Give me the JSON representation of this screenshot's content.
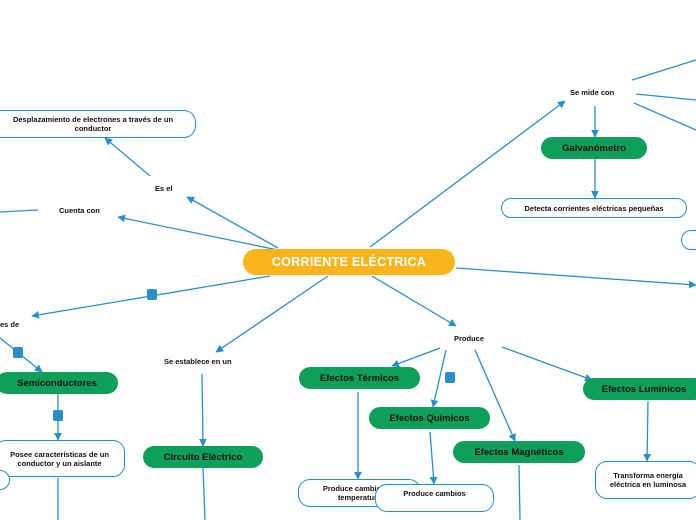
{
  "central": "CORRIENTE ELÉCTRICA",
  "nodes": {
    "semiconductores": "Semiconductores",
    "circuito": "Circuito Eléctrico",
    "galvanometro": "Galvanómetro",
    "termicos": "Efectos Térmicos",
    "quimicos": "Efectos Químicos",
    "magneticos": "Efectos Magnéticos",
    "luminicos": "Efectos Lumínicos"
  },
  "boxes": {
    "desplazamiento": "Desplazamiento de electrones a través de un conductor",
    "detecta": "Detecta corrientes eléctricas pequeñas",
    "posee": "Posee características de un conductor y un aislante",
    "temperatura": "Produce cambios de temperatura",
    "transforma": "Transforma energía eléctrica en luminosa",
    "quimicos_desc": "Produce cambios"
  },
  "labels": {
    "es_el": "Es el",
    "cuenta_con": "Cuenta con",
    "se_mide": "Se mide con",
    "produce": "Produce",
    "se_establece": "Se establece en un",
    "tipos_de": "es de"
  }
}
